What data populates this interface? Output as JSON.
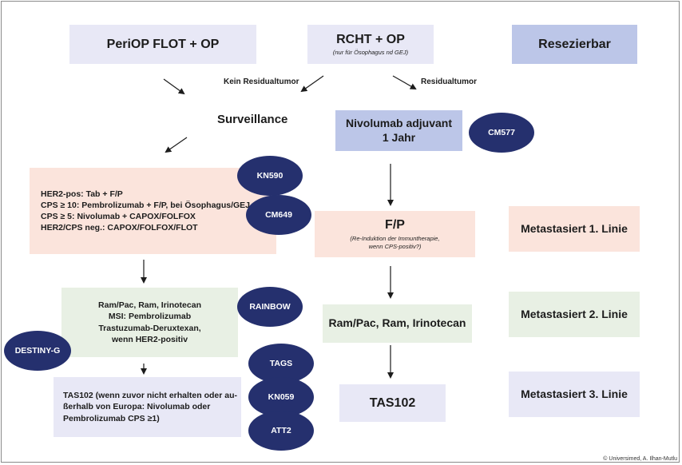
{
  "top": {
    "periop": "PeriOP FLOT + OP",
    "rcht": "RCHT + OP",
    "rcht_note": "(nur für Ösophagus nd GEJ)",
    "resezierbar": "Resezierbar"
  },
  "labels": {
    "kein_residual": "Kein Residualtumor",
    "residual": "Residualtumor",
    "surveillance": "Surveillance"
  },
  "nivolumab": {
    "line1": "Nivolumab adjuvant",
    "line2": "1 Jahr"
  },
  "left_column": {
    "first_line": [
      "HER2-pos: Tab + F/P",
      "CPS ≥ 10: Pembrolizumab + F/P, bei Ösophagus/GEJ",
      "CPS ≥ 5: Nivolumab + CAPOX/FOLFOX",
      "HER2/CPS neg.: CAPOX/FOLFOX/FLOT"
    ],
    "second_line": [
      "Ram/Pac, Ram, Irinotecan",
      "MSI: Pembrolizumab",
      "Trastuzumab-Deruxtexan,",
      "wenn HER2-positiv"
    ],
    "third_line": [
      "TAS102 (wenn zuvor nicht erhalten oder au-",
      "ßerhalb von Europa: Nivolumab oder",
      "Pembrolizumab CPS ≥1)"
    ]
  },
  "middle_column": {
    "fp": "F/P",
    "fp_note1": "(Re-Induktion der Immuntherapie,",
    "fp_note2": "wenn CPS-positiv?)",
    "ram": "Ram/Pac, Ram, Irinotecan",
    "tas": "TAS102"
  },
  "right_column": {
    "line1": "Metastasiert 1. Linie",
    "line2": "Metastasiert 2. Linie",
    "line3": "Metastasiert 3. Linie"
  },
  "trials": {
    "cm577": "CM577",
    "kn590": "KN590",
    "cm649": "CM649",
    "rainbow": "RAINBOW",
    "destiny": "DESTINY-G",
    "tags": "TAGS",
    "kn059": "KN059",
    "att2": "ATT2"
  },
  "copyright": "© Universimed, A. Ilhan-Mutlu"
}
